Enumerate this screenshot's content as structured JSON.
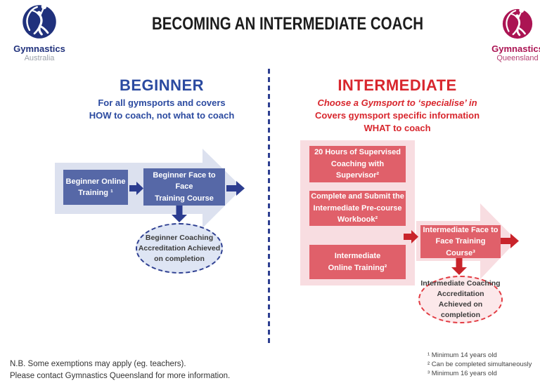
{
  "header": {
    "title": "BECOMING AN INTERMEDIATE COACH",
    "logo_left": {
      "name": "Gymnastics",
      "region": "Australia"
    },
    "logo_right": {
      "name": "Gymnastics",
      "region": "Queensland"
    }
  },
  "colors": {
    "ga_navy": "#20317c",
    "gq_crimson": "#ab1453",
    "beginner_blue": "#2b4aa0",
    "beginner_box_blue": "#5668a7",
    "beginner_arrow_lavender": "#dce1ef",
    "beginner_arrow_navy": "#2c3d90",
    "intermediate_red": "#d8262d",
    "intermediate_box_red": "#e0606a",
    "intermediate_pink": "#f8dde1",
    "intermediate_arrow_red": "#c9242b"
  },
  "beginner": {
    "heading": "BEGINNER",
    "subtitle": {
      "line1": "For all gymsports and covers",
      "line2": "HOW to coach, not what to coach"
    },
    "boxes": {
      "online": {
        "lines": [
          "Beginner Online",
          "Training ¹"
        ]
      },
      "face": {
        "lines": [
          "Beginner Face to Face",
          "Training Course"
        ]
      }
    },
    "outcome": {
      "lines": [
        "Beginner Coaching",
        "Accreditation Achieved",
        "on completion"
      ]
    }
  },
  "intermediate": {
    "heading": "INTERMEDIATE",
    "subtitle": {
      "line1": "Choose a Gymsport to ‘specialise’ in",
      "line2": "Covers gymsport specific information",
      "line3": "WHAT to coach"
    },
    "boxes": {
      "supervised": {
        "lines": [
          "20 Hours of Supervised",
          "Coaching with Supervisor²"
        ]
      },
      "workbook": {
        "lines": [
          "Complete and Submit the",
          "Intermediate Pre-course",
          "Workbook²"
        ]
      },
      "online": {
        "lines": [
          "Intermediate",
          "Online Training²"
        ]
      },
      "face": {
        "lines": [
          "Intermediate Face to",
          "Face Training Course³"
        ]
      }
    },
    "outcome": {
      "lines": [
        "Intermediate Coaching",
        "Accreditation Achieved on",
        "completion"
      ]
    }
  },
  "footer": {
    "nb": {
      "line1": "N.B. Some exemptions may apply (eg. teachers).",
      "line2": "Please contact Gymnastics Queensland for more information."
    },
    "footnotes": {
      "f1": "¹ Minimum 14 years old",
      "f2": "² Can be completed simultaneously",
      "f3": "³ Minimum 16 years old"
    }
  }
}
